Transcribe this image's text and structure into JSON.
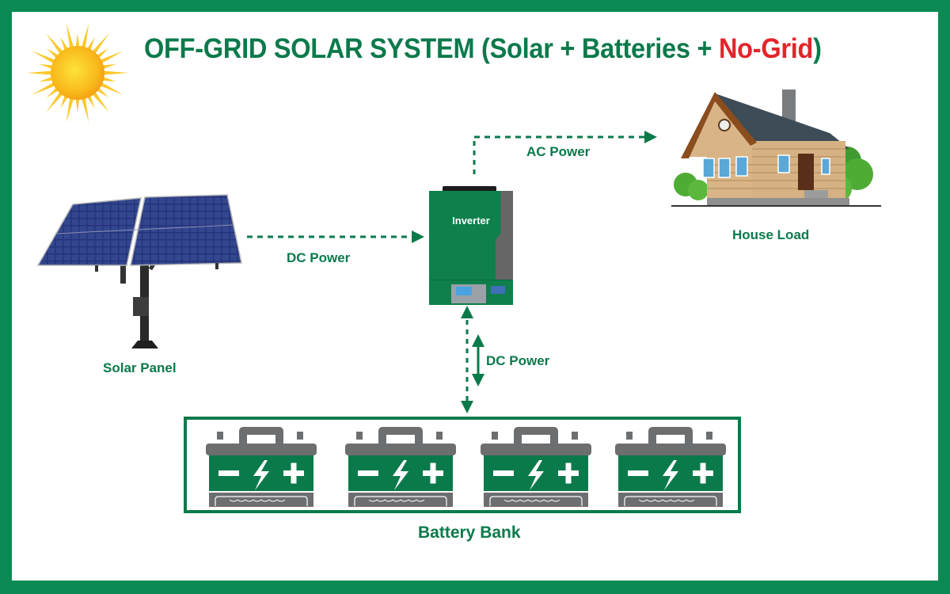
{
  "title": {
    "prefix": "OFF-GRID SOLAR SYSTEM (Solar + Batteries + ",
    "highlight": "No-Grid",
    "suffix": ")"
  },
  "colors": {
    "frame": "#0a8a52",
    "brand_green": "#0b7a4b",
    "highlight_red": "#e3242b",
    "battery_gray": "#6d6e70",
    "sun_yellow": "#f9c21b"
  },
  "components": {
    "solar_panel": {
      "label": "Solar Panel",
      "icon": "solar-panel-icon"
    },
    "inverter": {
      "label": "Inverter",
      "icon": "inverter-icon"
    },
    "house": {
      "label": "House Load",
      "icon": "house-icon"
    },
    "battery_bank": {
      "label": "Battery Bank",
      "battery_count": 4,
      "icon": "battery-icon"
    },
    "sun": {
      "icon": "sun-icon"
    }
  },
  "connections": [
    {
      "from": "Solar Panel",
      "to": "Inverter",
      "label": "DC Power",
      "direction": "one-way"
    },
    {
      "from": "Inverter",
      "to": "House Load",
      "label": "AC Power",
      "direction": "one-way"
    },
    {
      "from": "Inverter",
      "to": "Battery Bank",
      "label": "DC Power",
      "direction": "two-way"
    }
  ],
  "battery_symbols": {
    "minus": "−",
    "plus": "+"
  }
}
